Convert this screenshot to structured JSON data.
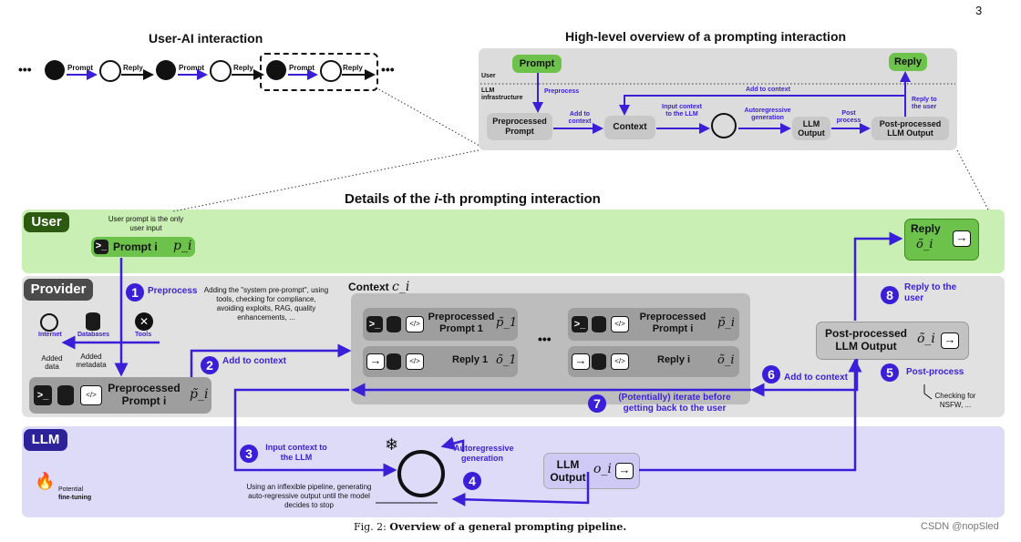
{
  "page_number": "3",
  "user_ai": {
    "title": "User-AI interaction",
    "dots": "•••",
    "prompt": "Prompt",
    "reply": "Reply"
  },
  "overview": {
    "title": "High-level overview of a prompting interaction",
    "user_lane": "User",
    "llm_lane": "LLM infrastructure",
    "prompt": "Prompt",
    "reply": "Reply",
    "preprocess": "Preprocess",
    "preprocessed_prompt": "Preprocessed Prompt",
    "add_to_context_1": "Add to context",
    "context": "Context",
    "input_context": "Input context to the LLM",
    "autoregressive": "Autoregressive generation",
    "llm_output": "LLM Output",
    "post_process": "Post process",
    "post_processed": "Post-processed LLM Output",
    "add_to_context_2": "Add to context",
    "reply_to_user": "Reply to the user"
  },
  "details": {
    "title_pre": "Details of the ",
    "title_i": "i",
    "title_post": "-th prompting interaction",
    "user_lane": "User",
    "provider_lane": "Provider",
    "llm_lane": "LLM",
    "user_note": "User prompt is the only user input",
    "prompt_i": "Prompt i",
    "prompt_var": "p_i",
    "reply": "Reply",
    "reply_var": "õ_i",
    "step1": "Preprocess",
    "step1_note": "Adding the \"system pre-prompt\", using tools, checking for compliance, avoiding exploits, RAG, quality enhancements, ...",
    "internet": "Internet",
    "databases": "Databases",
    "tools": "Tools",
    "added_data": "Added data",
    "added_metadata": "Added metadata",
    "preprocessed_prompt_i": "Preprocessed Prompt i",
    "preprocessed_var": "p̃_i",
    "step2": "Add to context",
    "context_title": "Context",
    "context_var": "c_i",
    "ctx_pp1": "Preprocessed Prompt 1",
    "ctx_pp1_var": "p̃_1",
    "ctx_ppi": "Preprocessed Prompt i",
    "ctx_ppi_var": "p̃_i",
    "ctx_r1": "Reply 1",
    "ctx_r1_var": "õ_1",
    "ctx_ri": "Reply i",
    "ctx_ri_var": "õ_i",
    "ellipsis": "•••",
    "post_processed": "Post-processed LLM Output",
    "post_processed_var": "õ_i",
    "step3": "Input context to the LLM",
    "step4_note": "Using an inflexible pipeline, generating auto-regressive output until the model decides to stop",
    "autoregressive": "Autoregressive generation",
    "llm_output": "LLM Output",
    "llm_output_var": "o_i",
    "step5": "Post-process",
    "step5_note": "Checking for NSFW, ...",
    "step6": "Add to context",
    "step7": "(Potentially) iterate before getting back to the user",
    "step8": "Reply to the user",
    "fine_tuning_1": "Potential",
    "fine_tuning_2": "fine-tuning"
  },
  "caption": {
    "label": "Fig. 2: ",
    "text": "Overview of a general prompting pipeline."
  },
  "watermark": "CSDN @nopSled"
}
